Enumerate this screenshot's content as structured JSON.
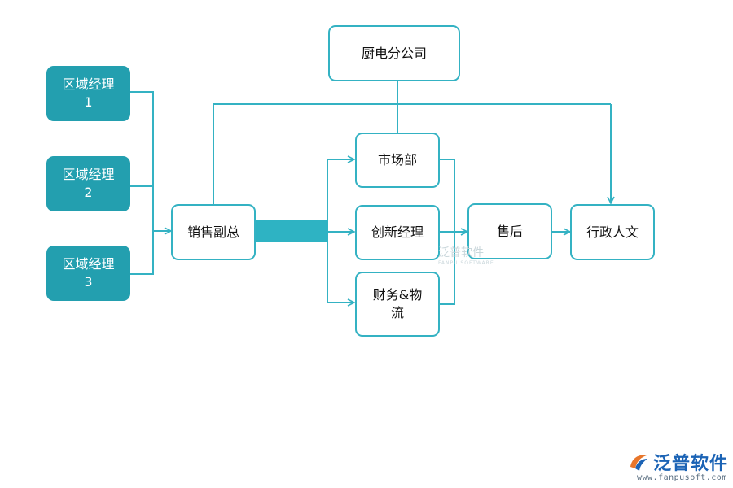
{
  "nodes": {
    "company": "厨电分公司",
    "regional1": "区域经理\n1",
    "regional2": "区域经理\n2",
    "regional3": "区域经理\n3",
    "sales_vp": "销售副总",
    "marketing": "市场部",
    "innovation": "创新经理",
    "finance": "财务&物\n流",
    "after_sales": "售后",
    "admin_hr": "行政人文"
  },
  "watermark": {
    "text": "泛普软件",
    "sub": "FANPU SOFTWARE"
  },
  "logo": {
    "text": "泛普软件",
    "url": "www.fanpusoft.com"
  },
  "colors": {
    "accent": "#34b2c3",
    "filled": "#239faf",
    "logo": "#1b63b5"
  }
}
